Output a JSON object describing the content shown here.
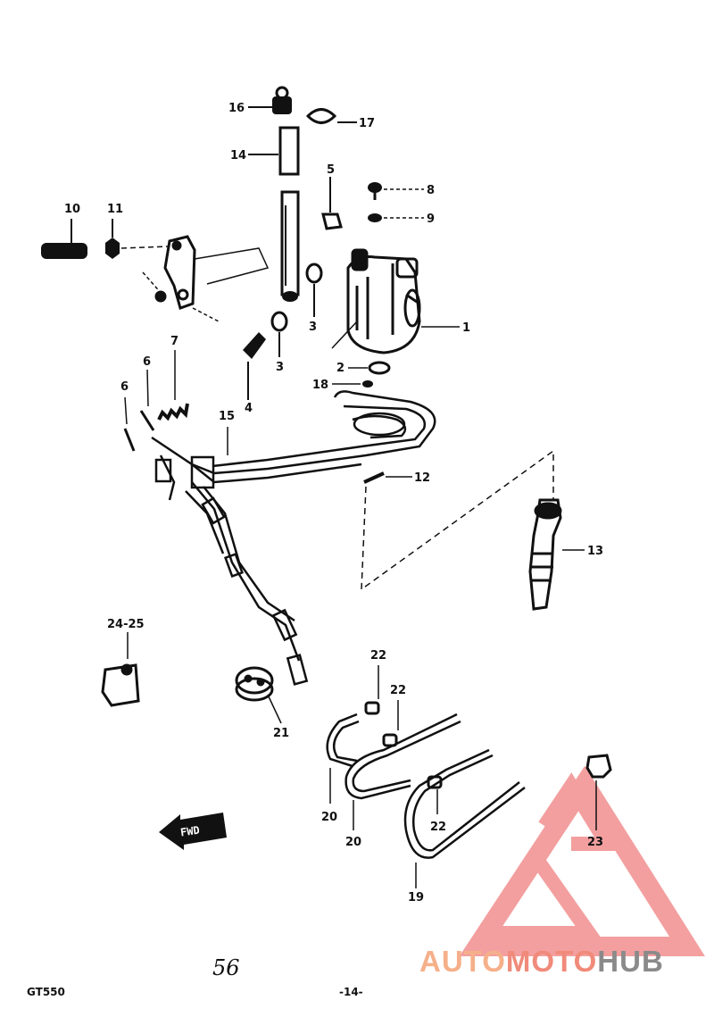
{
  "callouts": {
    "c1": "1",
    "c2": "2",
    "c3a": "3",
    "c3b": "3",
    "c4": "4",
    "c5": "5",
    "c6a": "6",
    "c6b": "6",
    "c7": "7",
    "c8": "8",
    "c9": "9",
    "c10": "10",
    "c11": "11",
    "c12": "12",
    "c13": "13",
    "c14": "14",
    "c15": "15",
    "c16": "16",
    "c17": "17",
    "c18": "18",
    "c19": "19",
    "c20a": "20",
    "c20b": "20",
    "c21": "21",
    "c22a": "22",
    "c22b": "22",
    "c22c": "22",
    "c23": "23",
    "c2425": "24-25"
  },
  "fwd_arrow_label": "FWD",
  "footer": {
    "model_code": "GT550",
    "page_number": "-14-",
    "handwritten_note": "56"
  },
  "watermark": {
    "part1": "AUTO",
    "part2": "MOTO",
    "part3": "HUB",
    "colors": {
      "auto": "#f5b08a",
      "moto": "#f08a7a",
      "hub": "#8a8a8a",
      "logo": "#f08080"
    }
  },
  "colors": {
    "ink": "#111111",
    "paper": "#ffffff"
  }
}
